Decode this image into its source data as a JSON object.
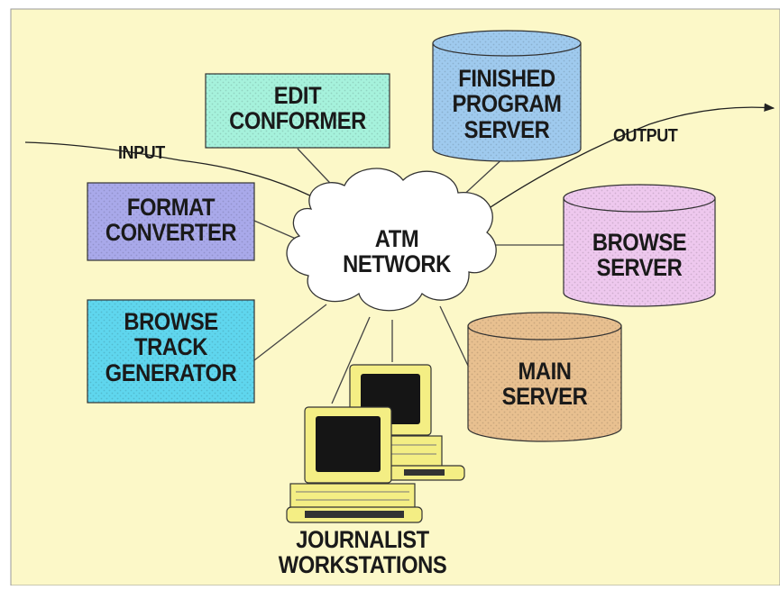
{
  "network": {
    "label": "ATM\nNETWORK"
  },
  "nodes": {
    "edit_conformer": {
      "label": "EDIT\nCONFORMER",
      "color": "#a6f2dc"
    },
    "format_converter": {
      "label": "FORMAT\nCONVERTER",
      "color": "#a9a9ea"
    },
    "browse_track_generator": {
      "label": "BROWSE\nTRACK\nGENERATOR",
      "color": "#5fd6ee"
    },
    "finished_program_server": {
      "label": "FINISHED\nPROGRAM\nSERVER",
      "color": "#9fcaee"
    },
    "browse_server": {
      "label": "BROWSE\nSERVER",
      "color": "#eec8ee"
    },
    "main_server": {
      "label": "MAIN\nSERVER",
      "color": "#e8c090"
    },
    "journalist_workstations": {
      "label": "JOURNALIST\nWORKSTATIONS",
      "color": "#f4ee84"
    }
  },
  "flows": {
    "input": {
      "label": "INPUT"
    },
    "output": {
      "label": "OUTPUT"
    }
  },
  "colors": {
    "background": "#fcf8c8",
    "line": "#333333"
  }
}
